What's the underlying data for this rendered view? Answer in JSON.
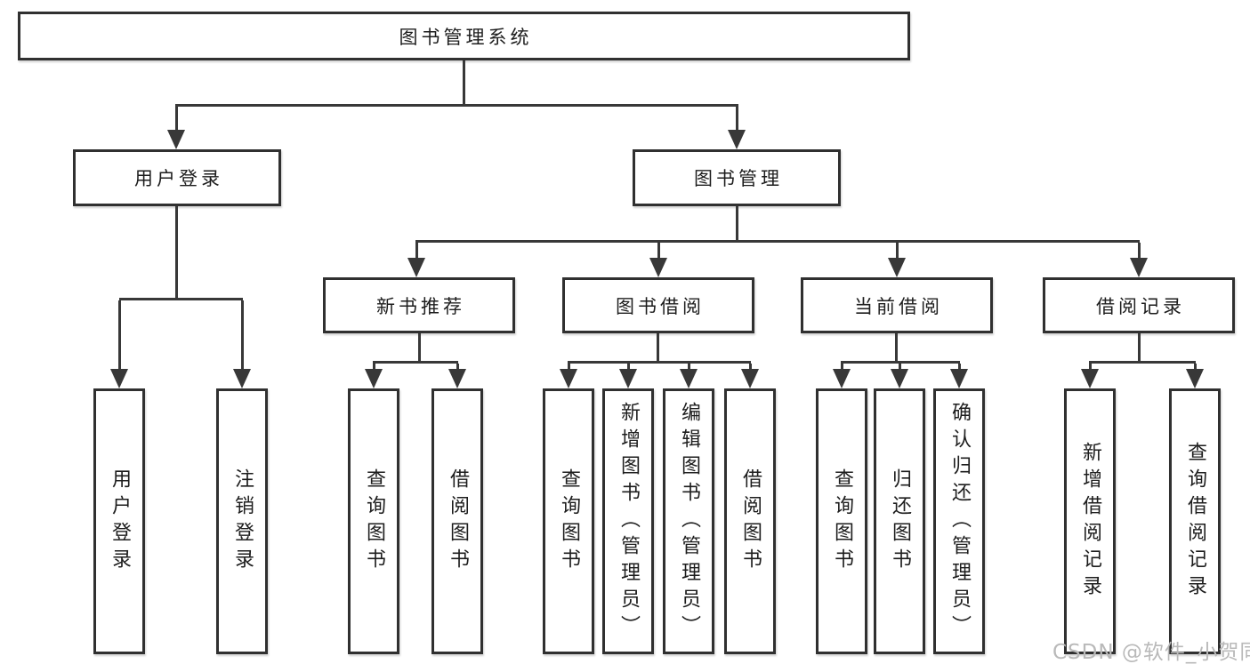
{
  "tree": {
    "root": "图书管理系统",
    "branches": [
      {
        "label": "用户登录",
        "leaves": [
          "用户登录",
          "注销登录"
        ]
      },
      {
        "label": "图书管理",
        "groups": [
          {
            "label": "新书推荐",
            "leaves": [
              "查询图书",
              "借阅图书"
            ]
          },
          {
            "label": "图书借阅",
            "leaves": [
              "查询图书",
              "新增图书（管理员）",
              "编辑图书（管理员）",
              "借阅图书"
            ]
          },
          {
            "label": "当前借阅",
            "leaves": [
              "查询图书",
              "归还图书",
              "确认归还（管理员）"
            ]
          },
          {
            "label": "借阅记录",
            "leaves": [
              "新增借阅记录",
              "查询借阅记录"
            ]
          }
        ]
      }
    ]
  },
  "watermark": "CSDN @软件_小贺同学",
  "colors": {
    "line": "#383838",
    "box_border": "#303030",
    "box_background": "#ffffff",
    "text": "#1d1d1d",
    "watermark": "#b9b9b9"
  }
}
